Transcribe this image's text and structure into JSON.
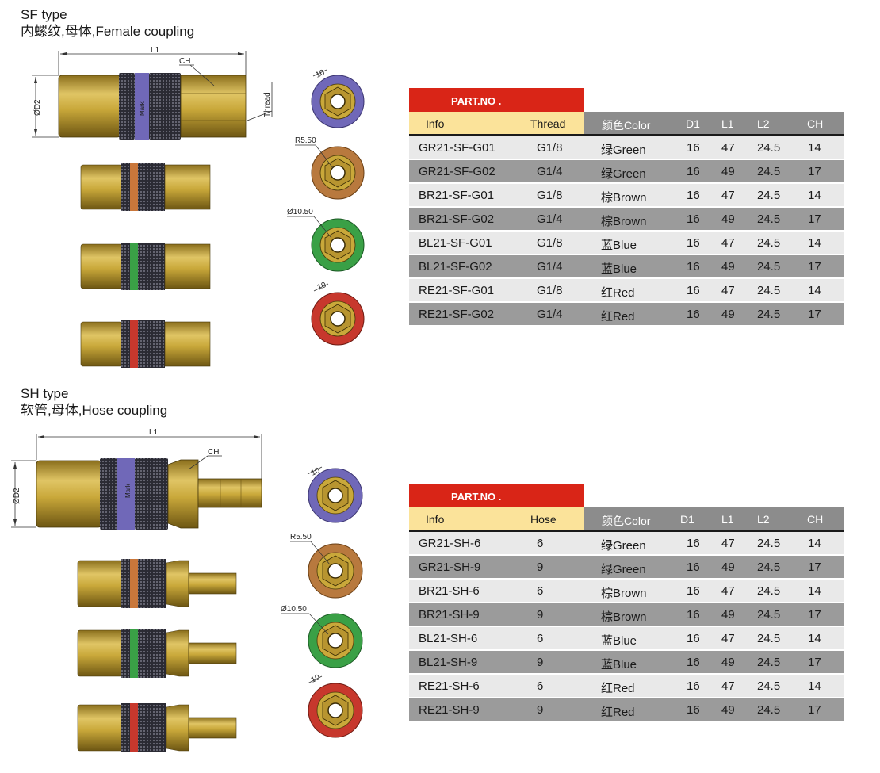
{
  "sf": {
    "title": "SF type",
    "subtitle": "内螺纹,母体,Female coupling",
    "labels": {
      "l1": "L1",
      "ch": "CH",
      "d2": "ØD2",
      "thread": "Thread",
      "side_10": "10",
      "r550": "R5.50",
      "d1050": "Ø10.50",
      "side_10b": "10",
      "mark": "Mark"
    },
    "table": {
      "part_no": "PART.NO .",
      "headers": [
        "Info",
        "Thread",
        "颜色Color",
        "D1",
        "L1",
        "L2",
        "CH"
      ],
      "rows": [
        [
          "GR21-SF-G01",
          "G1/8",
          "绿Green",
          "16",
          "47",
          "24.5",
          "14"
        ],
        [
          "GR21-SF-G02",
          "G1/4",
          "绿Green",
          "16",
          "49",
          "24.5",
          "17"
        ],
        [
          "BR21-SF-G01",
          "G1/8",
          "棕Brown",
          "16",
          "47",
          "24.5",
          "14"
        ],
        [
          "BR21-SF-G02",
          "G1/4",
          "棕Brown",
          "16",
          "49",
          "24.5",
          "17"
        ],
        [
          "BL21-SF-G01",
          "G1/8",
          "蓝Blue",
          "16",
          "47",
          "24.5",
          "14"
        ],
        [
          "BL21-SF-G02",
          "G1/4",
          "蓝Blue",
          "16",
          "49",
          "24.5",
          "17"
        ],
        [
          "RE21-SF-G01",
          "G1/8",
          "红Red",
          "16",
          "47",
          "24.5",
          "14"
        ],
        [
          "RE21-SF-G02",
          "G1/4",
          "红Red",
          "16",
          "49",
          "24.5",
          "17"
        ]
      ]
    }
  },
  "sh": {
    "title": "SH type",
    "subtitle": "软管,母体,Hose coupling",
    "labels": {
      "l1": "L1",
      "ch": "CH",
      "d2": "ØD2",
      "side_10": "10",
      "r550": "R5.50",
      "d1050": "Ø10.50",
      "side_10b": "10",
      "mark": "Mark"
    },
    "table": {
      "part_no": "PART.NO .",
      "headers": [
        "Info",
        "Hose",
        "颜色Color",
        "D1",
        "L1",
        "L2",
        "CH"
      ],
      "rows": [
        [
          "GR21-SH-6",
          "6",
          "绿Green",
          "16",
          "47",
          "24.5",
          "14"
        ],
        [
          "GR21-SH-9",
          "9",
          "绿Green",
          "16",
          "49",
          "24.5",
          "17"
        ],
        [
          "BR21-SH-6",
          "6",
          "棕Brown",
          "16",
          "47",
          "24.5",
          "14"
        ],
        [
          "BR21-SH-9",
          "9",
          "棕Brown",
          "16",
          "49",
          "24.5",
          "17"
        ],
        [
          "BL21-SH-6",
          "6",
          "蓝Blue",
          "16",
          "47",
          "24.5",
          "14"
        ],
        [
          "BL21-SH-9",
          "9",
          "蓝Blue",
          "16",
          "49",
          "24.5",
          "17"
        ],
        [
          "RE21-SH-6",
          "6",
          "红Red",
          "16",
          "47",
          "24.5",
          "14"
        ],
        [
          "RE21-SH-9",
          "9",
          "红Red",
          "16",
          "49",
          "24.5",
          "17"
        ]
      ]
    }
  },
  "colors": {
    "part_no_bg": "#d92517",
    "header_info_bg": "#fbe39a",
    "header_dims_bg": "#8c8c8c",
    "row_light": "#e9e9e9",
    "row_dark": "#9b9b9b",
    "brass": "#c9a83a",
    "ring_blue": "#7068b8",
    "ring_brown": "#b8793e",
    "ring_green": "#3aa046",
    "ring_red": "#c7382d"
  }
}
